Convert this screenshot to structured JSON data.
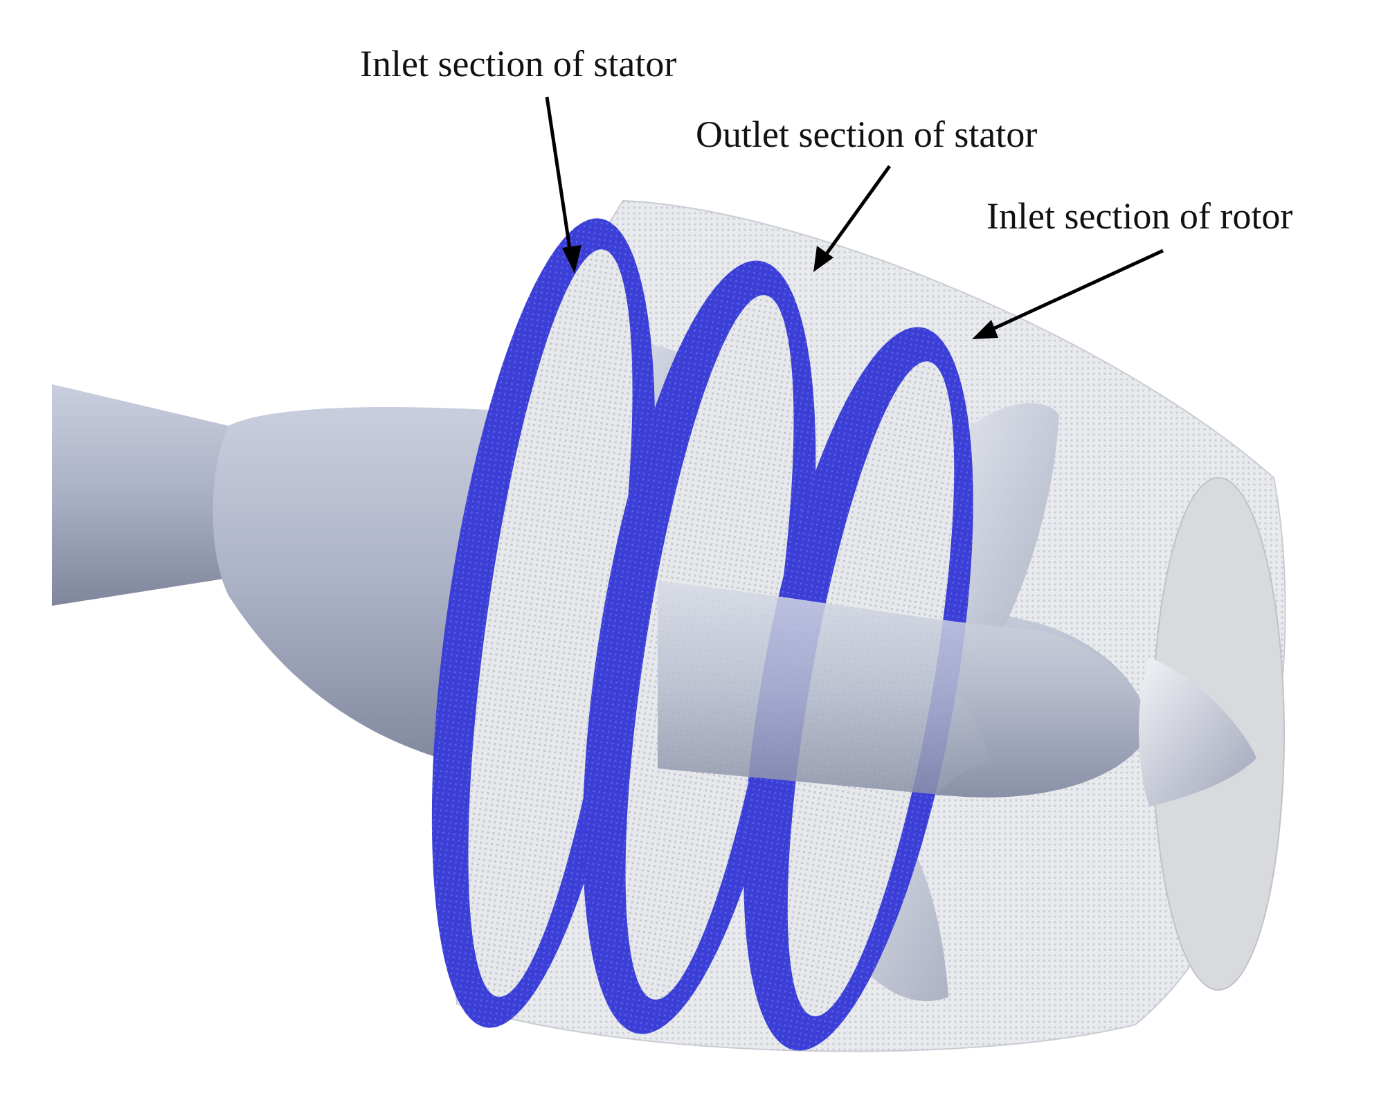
{
  "colors": {
    "section_plane": "#3b3fd6",
    "shaft": "#aab0c4",
    "duct_shell": "#d9dbe0",
    "blade": "#c7cbd6",
    "background": "#ffffff"
  },
  "labels": {
    "inlet_stator": "Inlet section of stator",
    "outlet_stator": "Outlet section of stator",
    "inlet_rotor": "Inlet section of rotor"
  }
}
